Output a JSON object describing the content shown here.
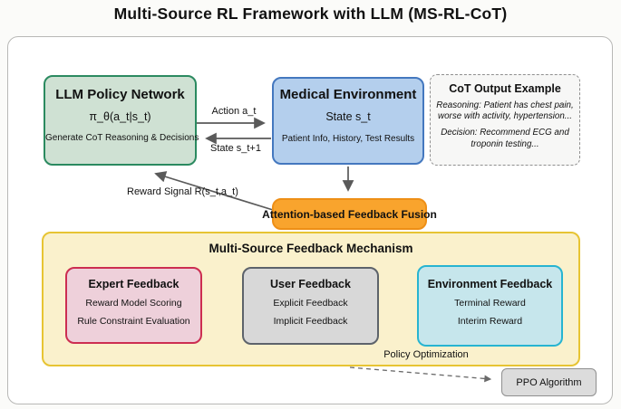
{
  "title": "Multi-Source RL Framework with LLM (MS-RL-CoT)",
  "nodes": {
    "llm_policy": {
      "title": "LLM Policy Network",
      "formula": "π_θ(a_t|s_t)",
      "subtitle": "Generate CoT Reasoning & Decisions"
    },
    "medical_env": {
      "title": "Medical Environment",
      "state": "State s_t",
      "subtitle": "Patient Info, History, Test Results"
    },
    "cot_output": {
      "title": "CoT Output Example",
      "reasoning": "Reasoning: Patient has chest pain, worse with activity, hypertension...",
      "decision": "Decision: Recommend ECG and troponin testing..."
    },
    "fusion": {
      "title": "Attention-based Feedback Fusion"
    },
    "feedback_mechanism": {
      "title": "Multi-Source Feedback Mechanism"
    },
    "expert_feedback": {
      "title": "Expert Feedback",
      "items": [
        "Reward Model Scoring",
        "Rule Constraint Evaluation"
      ]
    },
    "user_feedback": {
      "title": "User Feedback",
      "items": [
        "Explicit Feedback",
        "Implicit Feedback"
      ]
    },
    "environment_feedback": {
      "title": "Environment Feedback",
      "items": [
        "Terminal Reward",
        "Interim Reward"
      ]
    },
    "ppo": {
      "title": "PPO Algorithm"
    }
  },
  "edges": {
    "action": "Action a_t",
    "next_state": "State s_t+1",
    "reward": "Reward Signal R(s_t,a_t)",
    "policy_optimization": "Policy Optimization"
  },
  "colors": {
    "llm_fill": "#cfe1d3",
    "llm_border": "#2b8a60",
    "medical_fill": "#b4cfed",
    "medical_border": "#4478bf",
    "cot_fill": "#f7f7f6",
    "cot_border": "#8f8f8f",
    "fusion_fill": "#f9a42d",
    "fusion_border": "#ee8f16",
    "panel_fill": "#faf1cc",
    "panel_border": "#e7c433",
    "expert_fill": "#eed0da",
    "expert_border": "#cc2e51",
    "user_fill": "#d8d8d8",
    "user_border": "#5d636b",
    "env_fill": "#c6e6ec",
    "env_border": "#27b4d1",
    "ppo_fill": "#dcdcdc",
    "ppo_border": "#8f8f8f",
    "arrow": "#5a5a5a"
  }
}
